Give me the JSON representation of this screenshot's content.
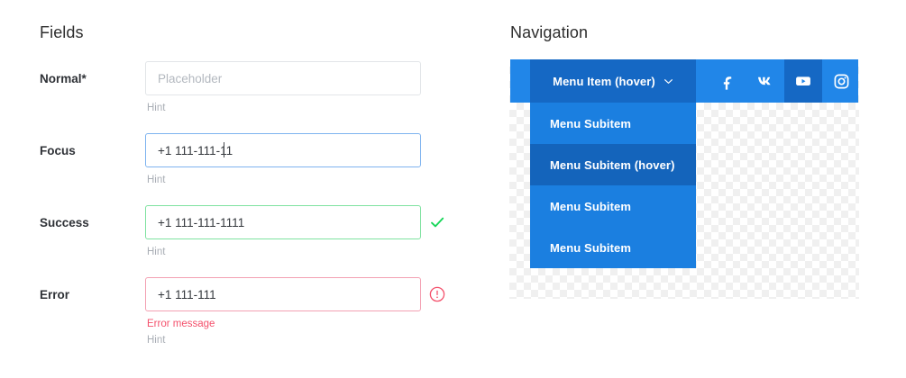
{
  "fields": {
    "title": "Fields",
    "rows": [
      {
        "label": "Normal*",
        "state": "normal",
        "value": "",
        "placeholder": "Placeholder",
        "hint": "Hint",
        "error_message": "",
        "status_icon": ""
      },
      {
        "label": "Focus",
        "state": "focus",
        "value": "+1 111-111-11",
        "placeholder": "",
        "hint": "Hint",
        "error_message": "",
        "status_icon": ""
      },
      {
        "label": "Success",
        "state": "success",
        "value": "+1 111-111-1111",
        "placeholder": "",
        "hint": "Hint",
        "error_message": "",
        "status_icon": "check-icon"
      },
      {
        "label": "Error",
        "state": "error",
        "value": "+1 111-111",
        "placeholder": "",
        "hint": "Hint",
        "error_message": "Error message",
        "status_icon": "exclamation-circle-icon"
      }
    ]
  },
  "navigation": {
    "title": "Navigation",
    "menu_item": {
      "label": "Menu Item (hover)",
      "chevron_icon": "chevron-down-icon"
    },
    "social": [
      {
        "name": "facebook-icon",
        "hover": false
      },
      {
        "name": "vk-icon",
        "hover": false
      },
      {
        "name": "youtube-icon",
        "hover": true
      },
      {
        "name": "instagram-icon",
        "hover": false
      }
    ],
    "dropdown": [
      {
        "label": "Menu Subitem",
        "hover": false
      },
      {
        "label": "Menu Subitem (hover)",
        "hover": true
      },
      {
        "label": "Menu Subitem",
        "hover": false
      },
      {
        "label": "Menu Subitem",
        "hover": false
      }
    ]
  },
  "colors": {
    "nav_blue": "#2186e8",
    "nav_blue_hover": "#1568c4",
    "dropdown_blue": "#1b7fe0",
    "dropdown_blue_hover": "#1464bb",
    "success_green": "#18d659",
    "error_pink": "#f4516c",
    "focus_blue": "#7eb3ef",
    "hint_gray": "#a9aeb5"
  }
}
